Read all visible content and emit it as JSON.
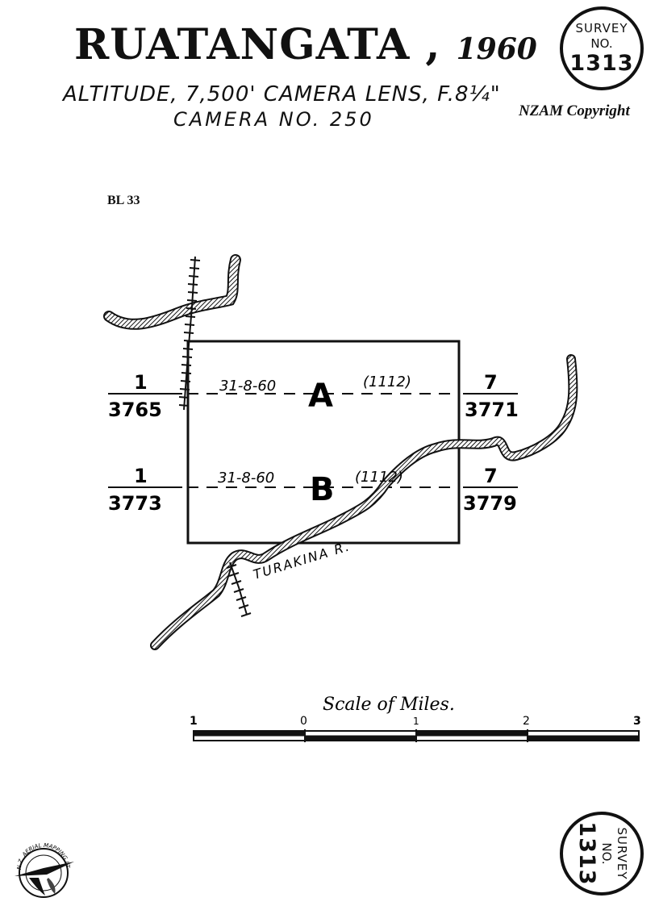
{
  "header": {
    "title": "RUATANGATA ,",
    "year": "1960",
    "subtitle_line1": "ALTITUDE, 7,500'   CAMERA LENS, F.8¼\"",
    "subtitle_line2": "CAMERA   NO. 250",
    "copyright": "NZAM Copyright"
  },
  "stamp": {
    "label": "SURVEY",
    "abbr": "NO.",
    "number": "1313"
  },
  "sheet_ref": "BL 33",
  "runs": [
    {
      "letter": "A",
      "date": "31-8-60",
      "code": "(1112)",
      "left_num": "1",
      "left_denom": "3765",
      "right_num": "7",
      "right_denom": "3771"
    },
    {
      "letter": "B",
      "date": "31-8-60",
      "code": "(1112)",
      "left_num": "1",
      "left_denom": "3773",
      "right_num": "7",
      "right_denom": "3779"
    }
  ],
  "river_label": "TURAKINA R.",
  "scale": {
    "title": "Scale of Miles.",
    "ticks": [
      "1",
      "0",
      "1",
      "2",
      "3"
    ]
  },
  "logo_text": "N.Z. AERIAL MAPPING LTD."
}
